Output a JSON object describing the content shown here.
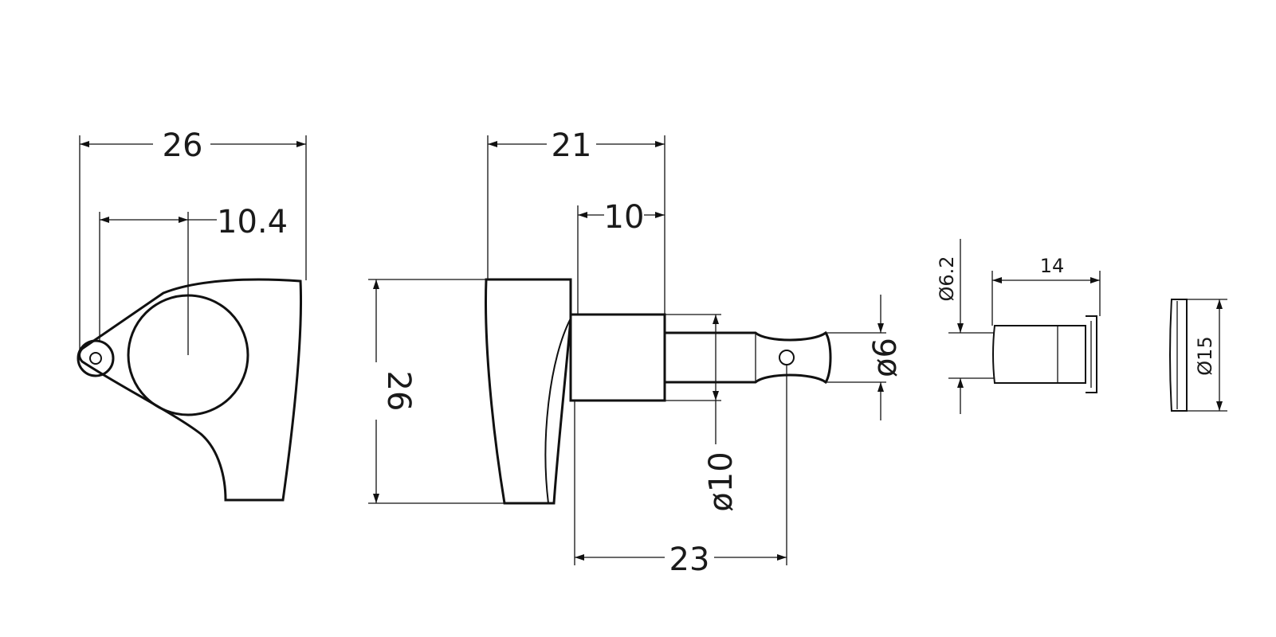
{
  "drawing": {
    "front_view": {
      "width_label": "26",
      "offset_label": "10.4"
    },
    "side_view": {
      "overall_label": "21",
      "step_label": "10",
      "height_label": "26",
      "collar_diameter_label": "ø10",
      "post_diameter_label": "ø6",
      "post_length_label": "23"
    },
    "bushing": {
      "diameter_label": "Ø6.2",
      "length_label": "14"
    },
    "washer": {
      "diameter_label": "Ø15"
    }
  }
}
